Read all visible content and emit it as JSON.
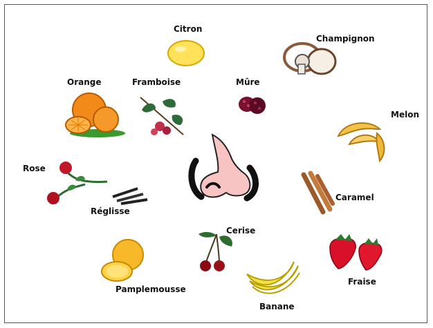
{
  "labels": {
    "citron": "Citron",
    "champignon": "Champignon",
    "orange": "Orange",
    "framboise": "Framboise",
    "mure": "Mûre",
    "melon": "Melon",
    "rose": "Rose",
    "reglisse": "Réglisse",
    "caramel": "Caramel",
    "cerise": "Cerise",
    "pamplemousse": "Pamplemousse",
    "fraise": "Fraise",
    "banane": "Banane"
  },
  "icons": [
    "nose-icon",
    "lemon-icon",
    "mushroom-icon",
    "orange-icon",
    "raspberry-icon",
    "blackberry-icon",
    "melon-icon",
    "rose-icon",
    "licorice-icon",
    "caramel-icon",
    "cherry-icon",
    "grapefruit-icon",
    "strawberry-icon",
    "banana-icon"
  ]
}
